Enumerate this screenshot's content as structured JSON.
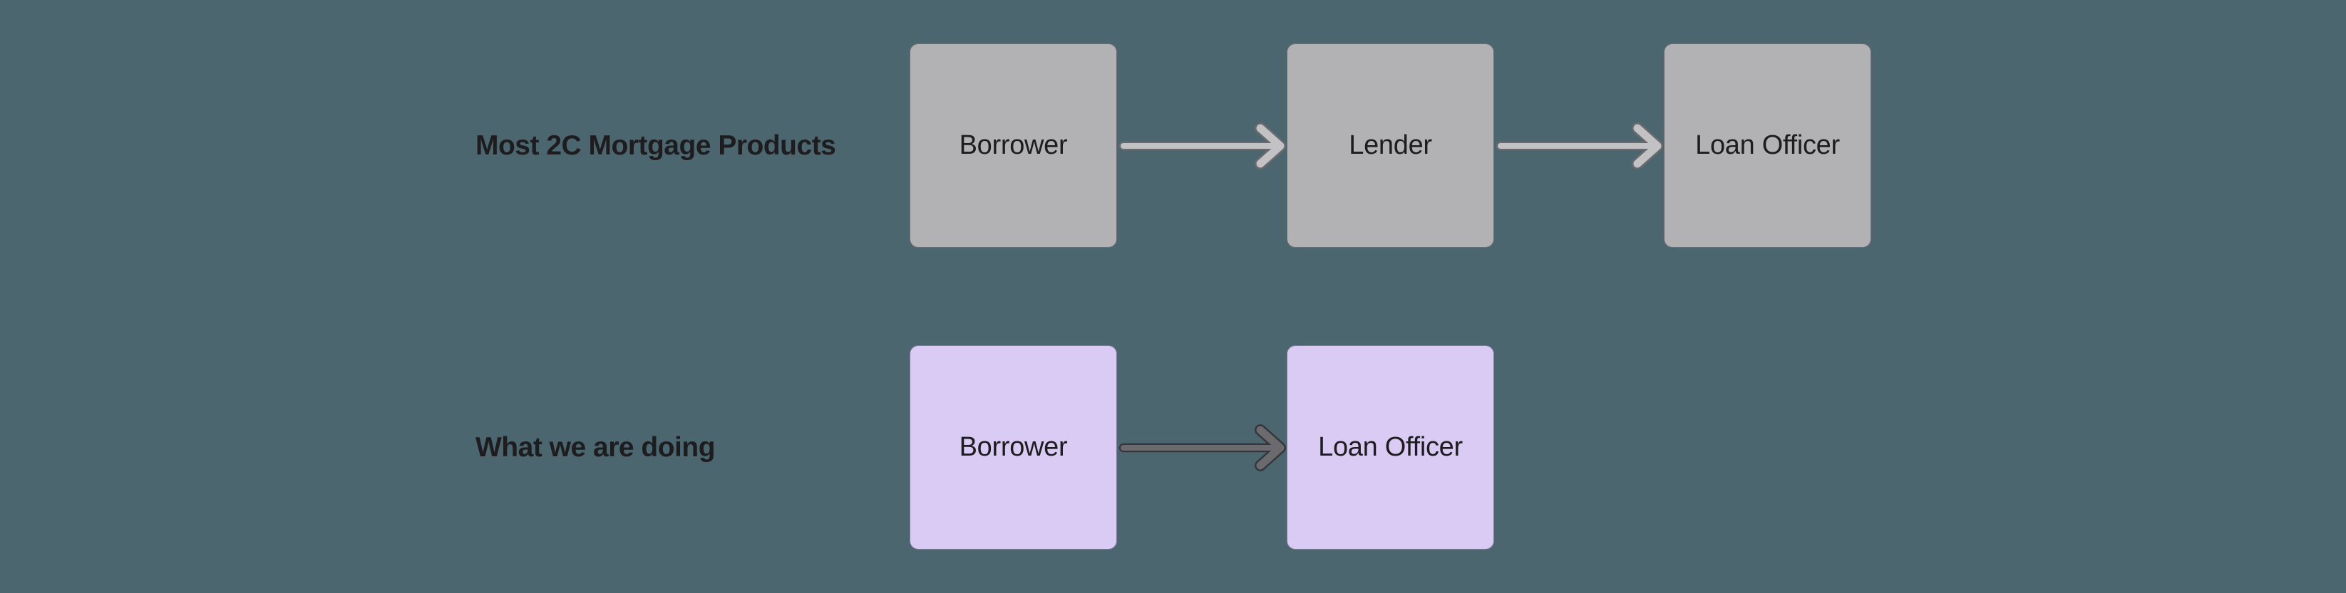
{
  "colors": {
    "bg": "#4c6670",
    "node-gray": "#b2b1b3",
    "node-purple": "#d9cbf4",
    "node-border": "rgba(25,25,45,0.45)",
    "text": "#1d1d1f",
    "arrow-light-core": "#c2c2c4",
    "arrow-light-edge": "#6a6a6e",
    "arrow-dark-core": "#6b6b6f",
    "arrow-dark-edge": "#36363a"
  },
  "diagram": {
    "rows": [
      {
        "label": "Most 2C Mortgage Products",
        "nodes": [
          "Borrower",
          "Lender",
          "Loan Officer"
        ]
      },
      {
        "label": "What we are doing",
        "nodes": [
          "Borrower",
          "Loan Officer"
        ]
      }
    ]
  }
}
